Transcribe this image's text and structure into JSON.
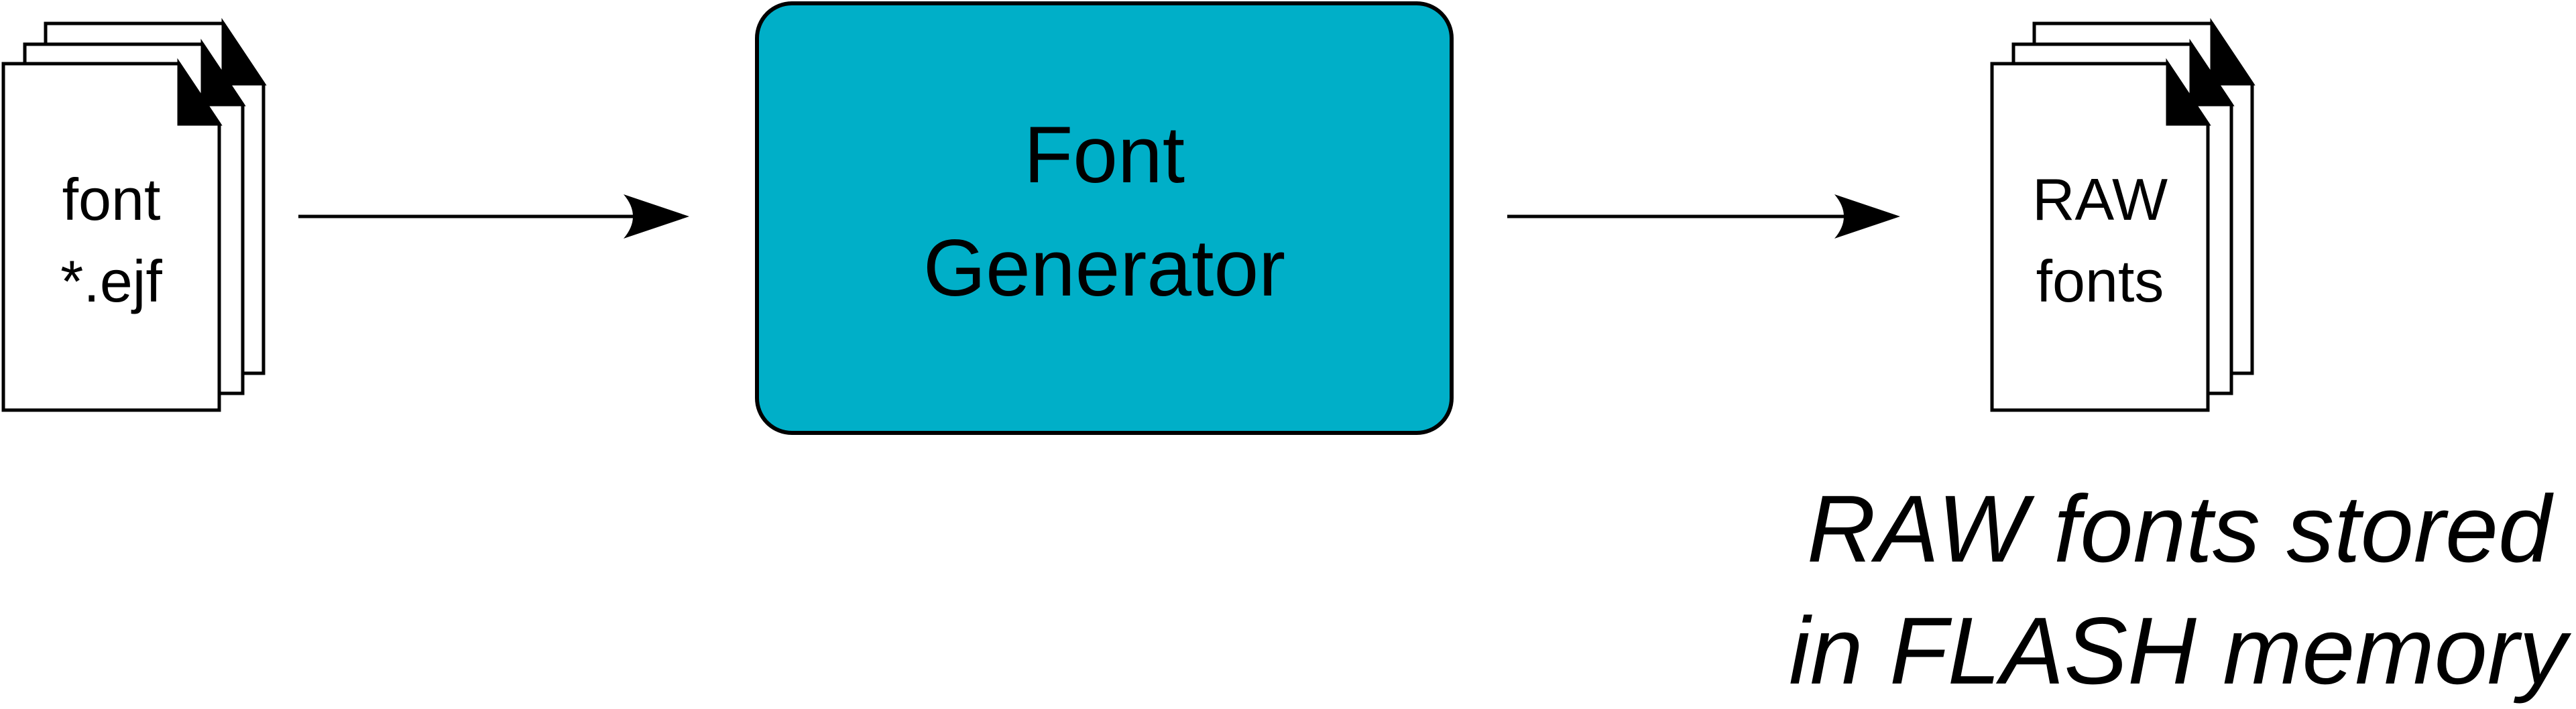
{
  "source_docs": {
    "line1": "font",
    "line2": "*.ejf"
  },
  "generator": {
    "line1": "Font",
    "line2": "Generator",
    "fill_color": "#00AFC8"
  },
  "output_docs": {
    "line1": "RAW",
    "line2": "fonts"
  },
  "caption": {
    "line1": "RAW fonts stored",
    "line2": "in FLASH memory"
  },
  "colors": {
    "stroke": "#000000",
    "page_background": "#FFFFFF",
    "document_fill": "#FFFFFF"
  }
}
